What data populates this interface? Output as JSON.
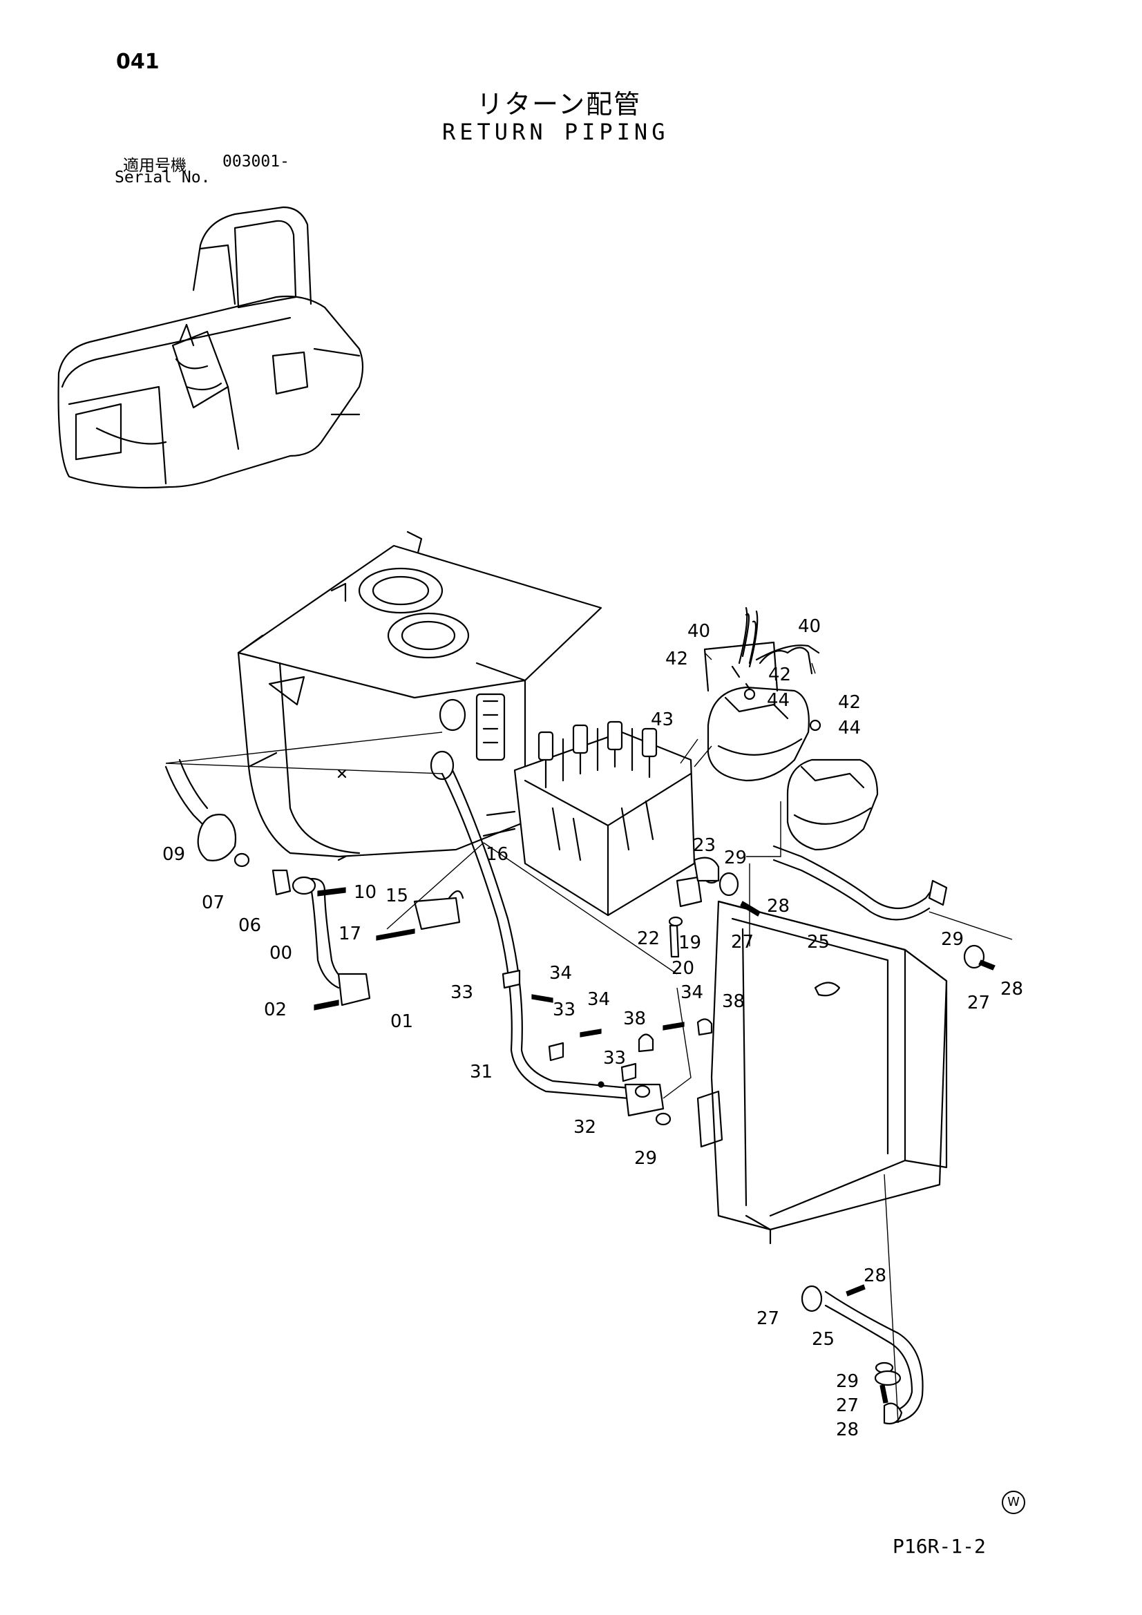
{
  "header": {
    "page_number": "041",
    "title_jp": "リターン配管",
    "title_en": "RETURN PIPING",
    "serial_label_jp": "適用号機",
    "serial_number": "003001-",
    "serial_label_en": "Serial No."
  },
  "footer": {
    "figure_code": "P16R-1-2",
    "marker": "W"
  },
  "callouts": {
    "c40a": "40",
    "c40b": "40",
    "c42a": "42",
    "c42b": "42",
    "c42c": "42",
    "c44a": "44",
    "c44b": "44",
    "c43": "43",
    "c09": "09",
    "c07": "07",
    "c06": "06",
    "c00": "00",
    "c10": "10",
    "c15": "15",
    "c16": "16",
    "c17": "17",
    "c02": "02",
    "c01": "01",
    "c23": "23",
    "c29a": "29",
    "c28a": "28",
    "c22": "22",
    "c19": "19",
    "c27a": "27",
    "c20": "20",
    "c25a": "25",
    "c29b": "29",
    "c27b": "27",
    "c28b": "28",
    "c33a": "33",
    "c34a": "34",
    "c33b": "33",
    "c34b": "34",
    "c34c": "34",
    "c38a": "38",
    "c38b": "38",
    "c31": "31",
    "c33c": "33",
    "c32": "32",
    "c29c": "29",
    "c28c": "28",
    "c27c": "27",
    "c25b": "25",
    "c29d": "29",
    "c27d": "27",
    "c28d": "28"
  }
}
